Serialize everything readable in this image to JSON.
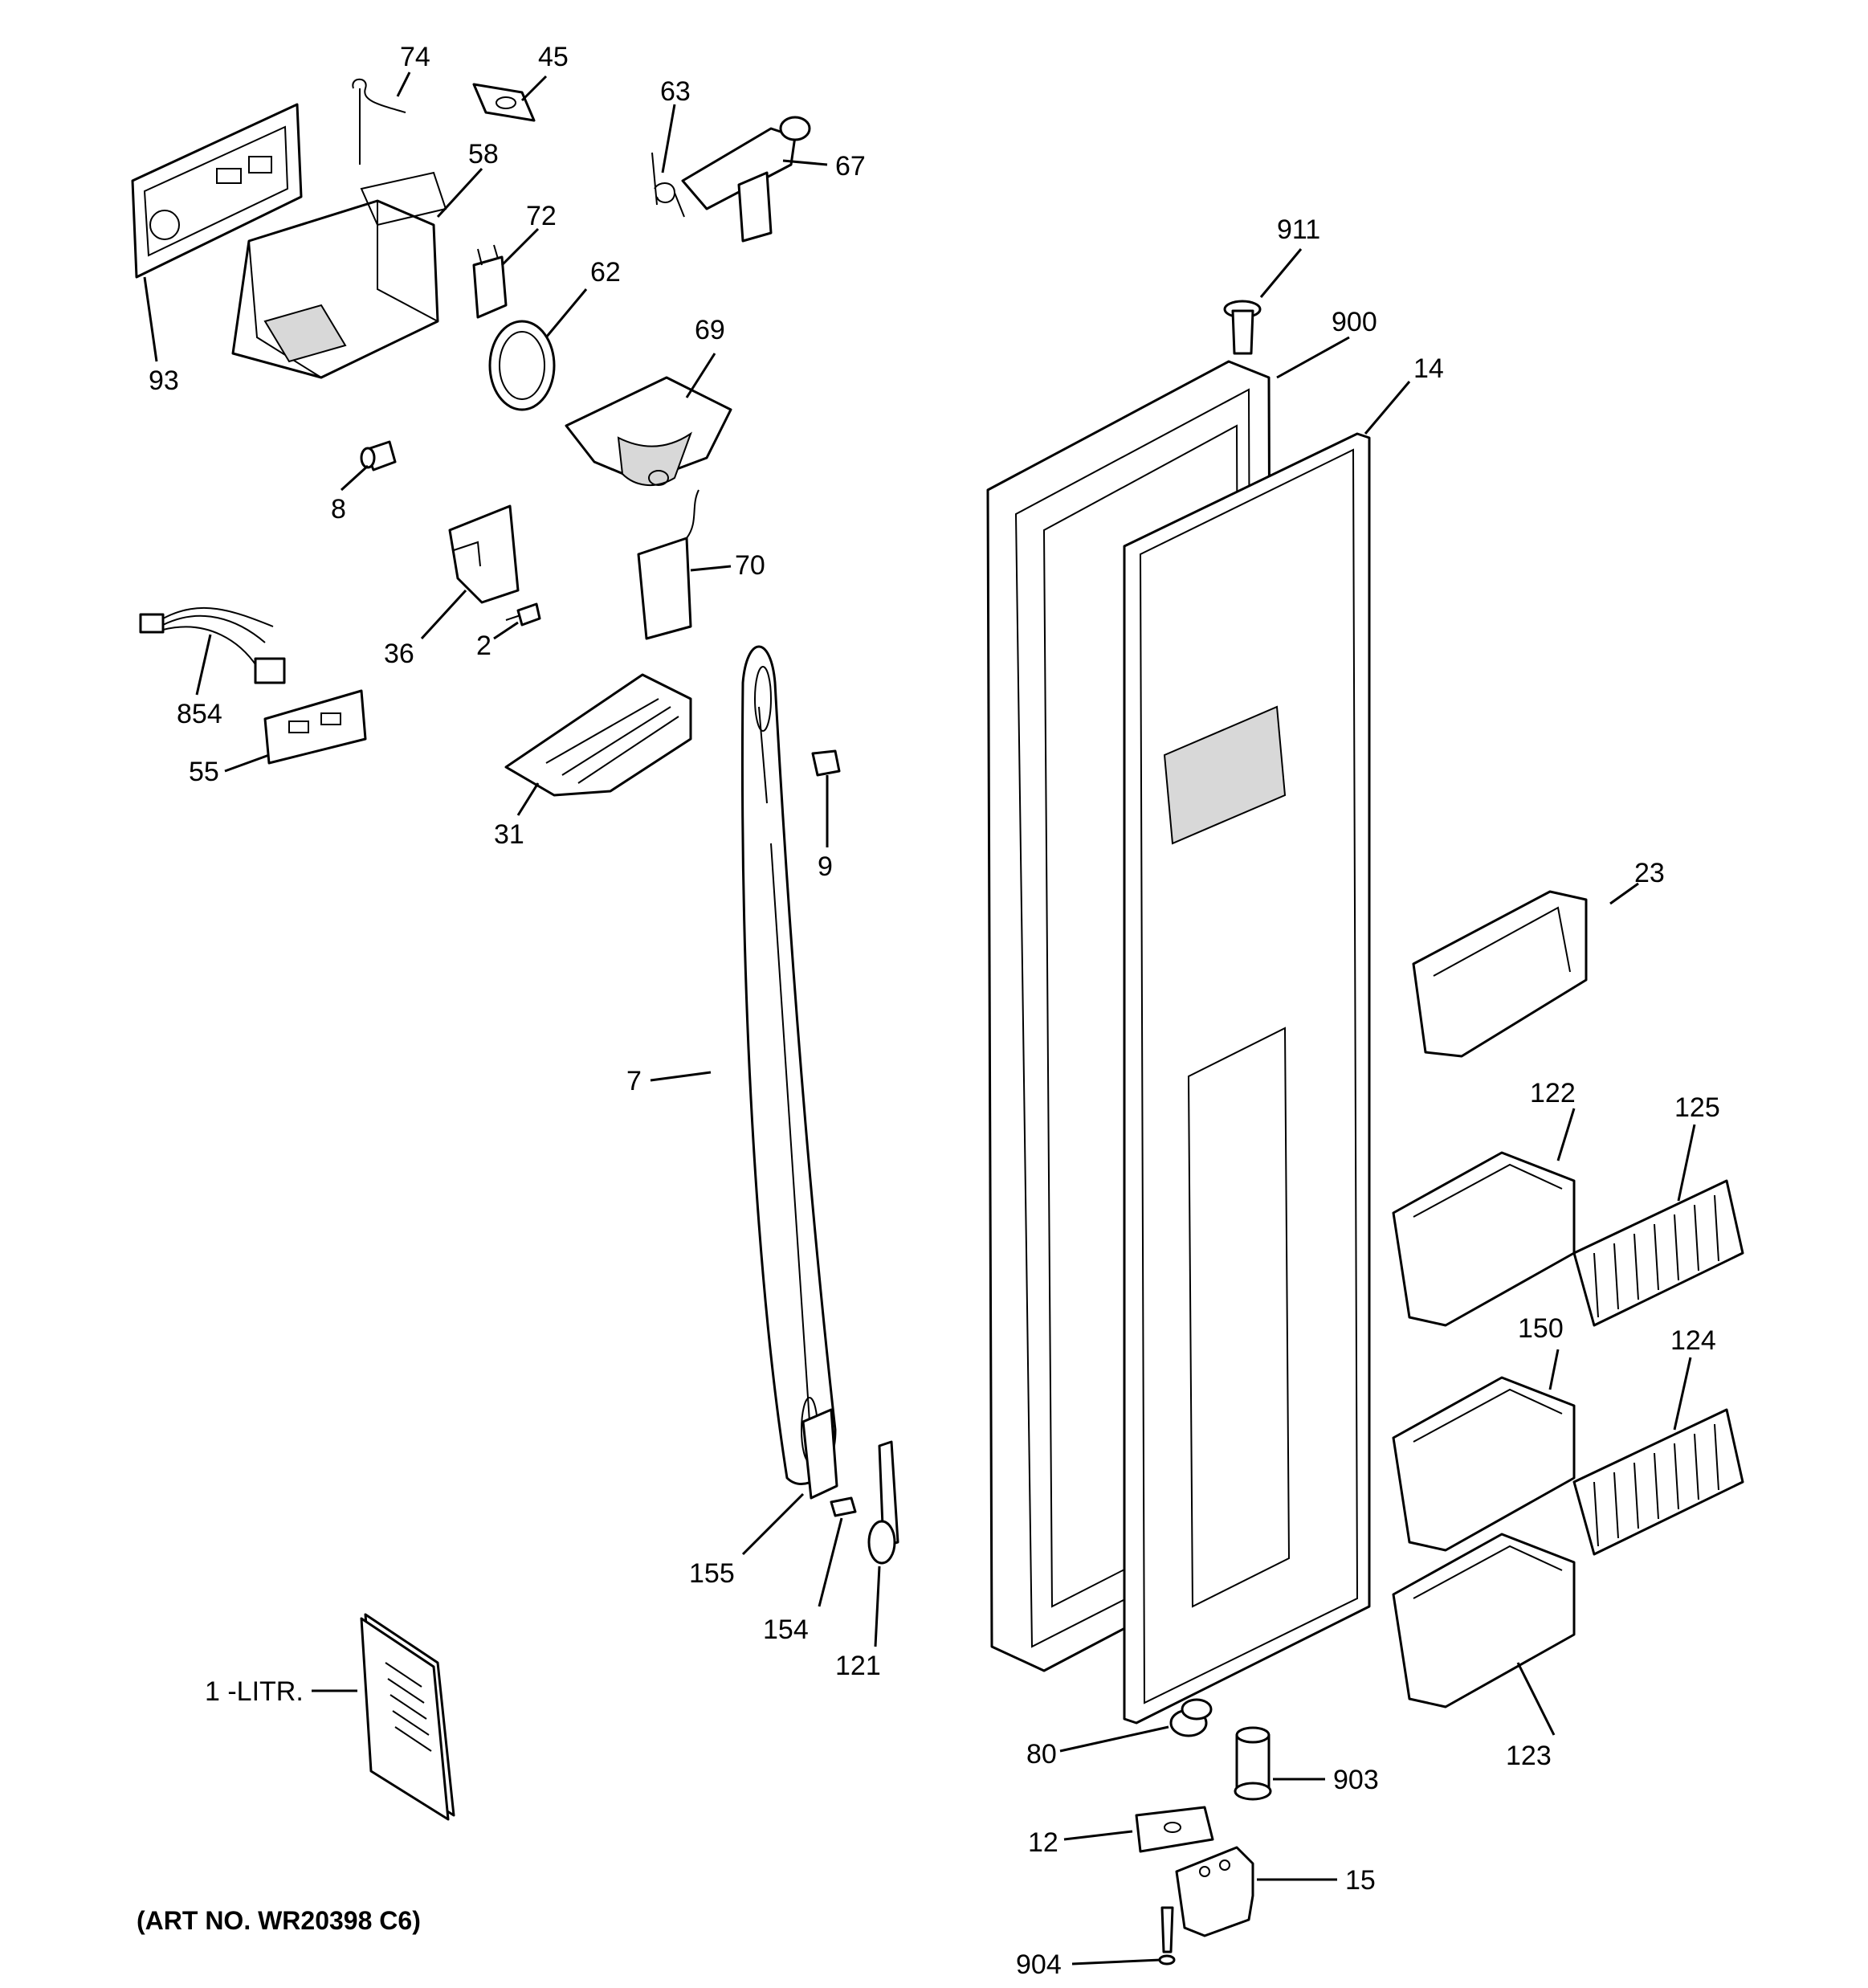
{
  "diagram": {
    "art_number": "(ART NO. WR20398 C6)",
    "callouts": {
      "p74": "74",
      "p45": "45",
      "p63": "63",
      "p67": "67",
      "p58": "58",
      "p72": "72",
      "p62": "62",
      "p93": "93",
      "p69": "69",
      "p8": "8",
      "p70": "70",
      "p36": "36",
      "p2": "2",
      "p854": "854",
      "p55": "55",
      "p31": "31",
      "p9": "9",
      "p7": "7",
      "p155": "155",
      "p154": "154",
      "p121": "121",
      "p1": "1 -LITR.",
      "p911": "911",
      "p900": "900",
      "p14": "14",
      "p23": "23",
      "p122": "122",
      "p125": "125",
      "p150": "150",
      "p124": "124",
      "p123": "123",
      "p80": "80",
      "p903": "903",
      "p12": "12",
      "p15": "15",
      "p904": "904"
    }
  }
}
